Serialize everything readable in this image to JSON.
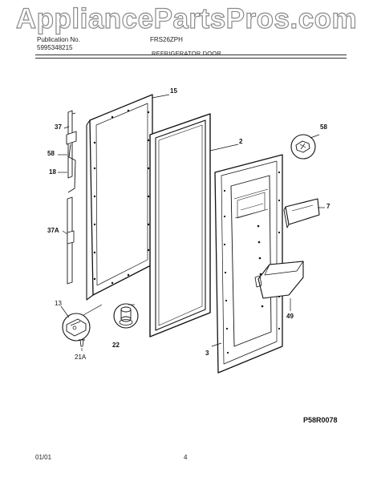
{
  "watermark": "AppliancePartsPros.com",
  "header": {
    "publication_label": "Publication No.",
    "publication_number": "5995348215",
    "model": "FRS26ZPH",
    "section_title": "REFRIGERATOR DOOR"
  },
  "callouts": {
    "c15": "15",
    "c2": "2",
    "c58_right": "58",
    "c37": "37",
    "c58_left": "58",
    "c18": "18",
    "c7": "7",
    "c37A": "37A",
    "c13": "13",
    "c49": "49",
    "c22": "22",
    "c3": "3",
    "c21A": "21A"
  },
  "footer": {
    "diagram_code": "P58R0078",
    "date": "01/01",
    "page": "4"
  }
}
